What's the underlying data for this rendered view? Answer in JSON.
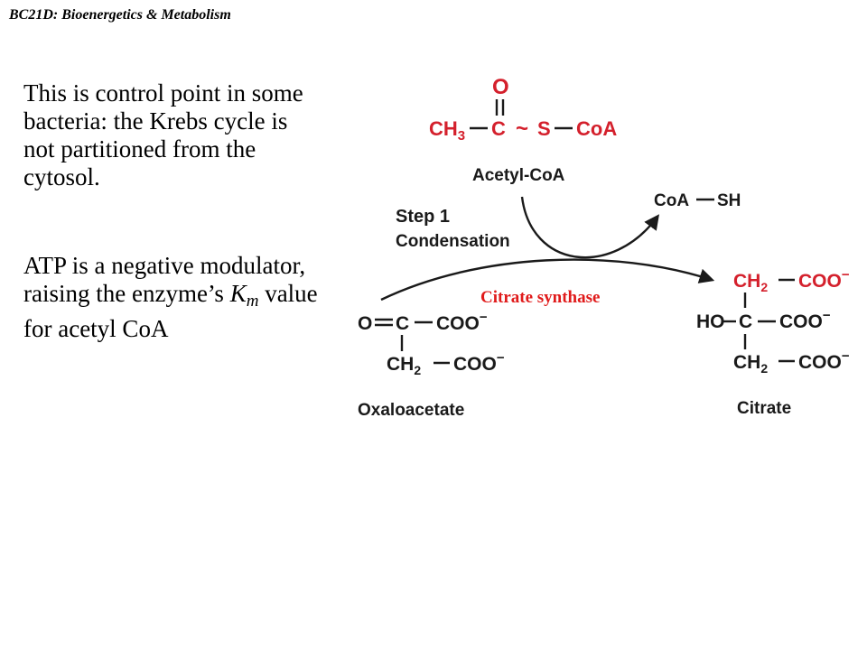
{
  "header": {
    "title": "BC21D: Bioenergetics & Metabolism"
  },
  "text": {
    "paragraph1": "This is  control point in some bacteria: the Krebs cycle is not partitioned from the cytosol.",
    "paragraph2_before": "ATP is a negative modulator, raising the enzyme’s ",
    "km_k": "K",
    "km_sub": "m",
    "paragraph2_after": " value for acetyl CoA"
  },
  "diagram": {
    "acetylcoa": {
      "o": "O",
      "ch": "CH",
      "sub3": "3",
      "c": "C",
      "tilde": "~",
      "s": "S",
      "coa": "CoA",
      "label": "Acetyl-CoA"
    },
    "step": {
      "title": "Step 1",
      "name": "Condensation"
    },
    "enzyme": "Citrate synthase",
    "coash": {
      "coa": "CoA",
      "sh": "SH"
    },
    "oxaloacetate": {
      "o": "O",
      "c": "C",
      "coo1": "COO",
      "ch": "CH",
      "sub2": "2",
      "coo2": "COO",
      "minus": "−",
      "label": "Oxaloacetate"
    },
    "citrate": {
      "ch_top": "CH",
      "sub2_top": "2",
      "coo_top": "COO",
      "ho": "HO",
      "c": "C",
      "coo_mid": "COO",
      "ch_bot": "CH",
      "sub2_bot": "2",
      "coo_bot": "COO",
      "minus": "−",
      "label": "Citrate"
    }
  },
  "colors": {
    "chem": "#d4202c",
    "enzyme": "#e01a1a",
    "text": "#000000"
  }
}
